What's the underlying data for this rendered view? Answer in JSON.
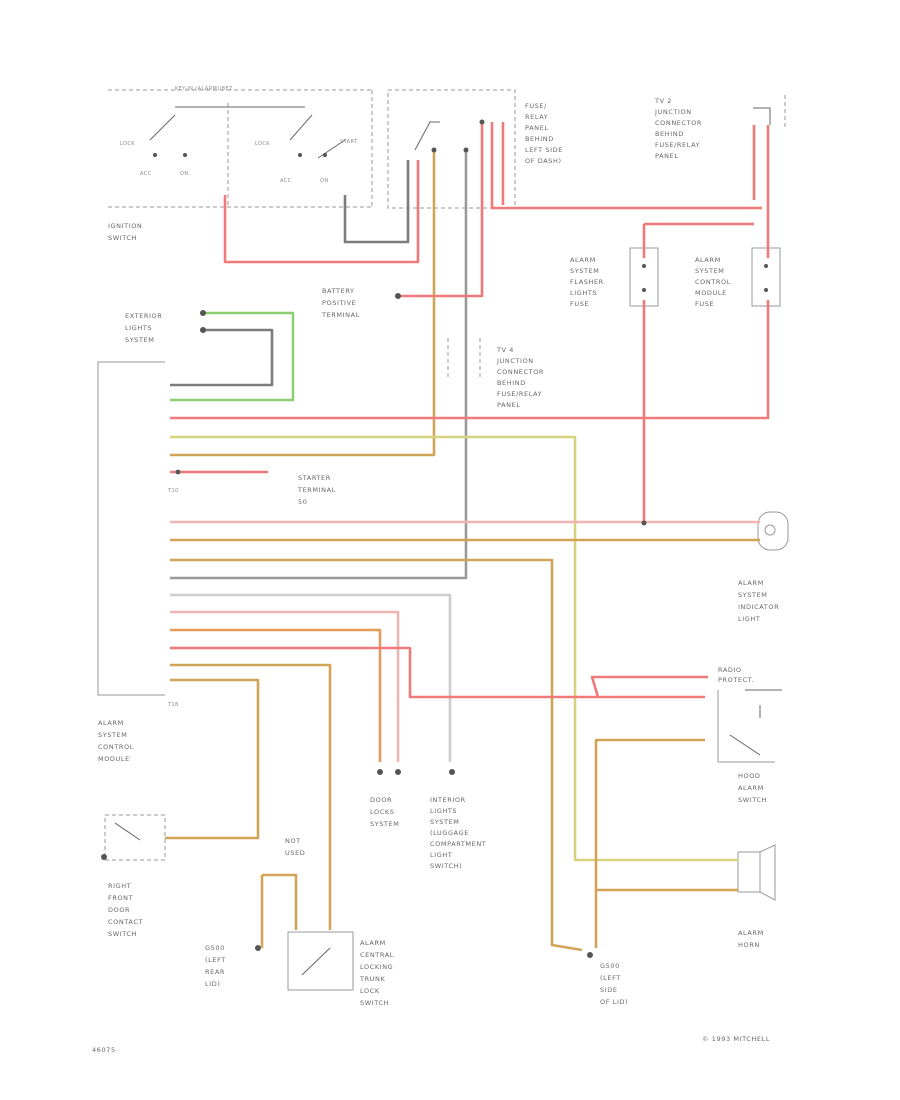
{
  "colors": {
    "red": "#f07a7a",
    "pink": "#f2b3b3",
    "green": "#8ccf70",
    "tan": "#d2a458",
    "yellow": "#d7d27e",
    "gray": "#9a9a9a",
    "darkgray": "#7c7c7c",
    "orange": "#e39a5a",
    "lightgray": "#cccccc"
  },
  "labels": {
    "ignition_switch": [
      "IGNITION",
      "SWITCH"
    ],
    "fuse_relay_panel": [
      "FUSE/",
      "RELAY",
      "PANEL",
      "BEHIND",
      "LEFT SIDE",
      "OF DASH)"
    ],
    "tv2": [
      "TV 2",
      "JUNCTION",
      "CONNECTOR",
      "BEHIND",
      "FUSE/RELAY",
      "PANEL"
    ],
    "battery": [
      "BATTERY",
      "POSITIVE",
      "TERMINAL"
    ],
    "exterior_lights": [
      "EXTERIOR",
      "LIGHTS",
      "SYSTEM"
    ],
    "tv4": [
      "TV 4",
      "JUNCTION",
      "CONNECTOR",
      "BEHIND",
      "FUSE/RELAY",
      "PANEL"
    ],
    "flasher_fuse": [
      "ALARM",
      "SYSTEM",
      "FLASHER",
      "LIGHTS",
      "FUSE"
    ],
    "control_fuse": [
      "ALARM",
      "SYSTEM",
      "CONTROL",
      "MODULE",
      "FUSE"
    ],
    "starter": [
      "STARTER",
      "TERMINAL",
      "50"
    ],
    "indicator": [
      "ALARM",
      "SYSTEM",
      "INDICATOR",
      "LIGHT"
    ],
    "radio": [
      "RADIO",
      "PROTECT."
    ],
    "hood": [
      "HOOD",
      "ALARM",
      "SWITCH"
    ],
    "control_module": [
      "ALARM",
      "SYSTEM",
      "CONTROL",
      "MODULE"
    ],
    "door_locks": [
      "DOOR",
      "LOCKS",
      "SYSTEM"
    ],
    "interior": [
      "INTERIOR",
      "LIGHTS",
      "SYSTEM",
      "(LUGGAGE",
      "COMPARTMENT",
      "LIGHT",
      "SWITCH)"
    ],
    "door_contact": [
      "RIGHT",
      "FRONT",
      "DOOR",
      "CONTACT",
      "SWITCH"
    ],
    "not_used": [
      "NOT",
      "USED"
    ],
    "ground_left_rear": [
      "G500",
      "(LEFT",
      "REAR",
      "LID)"
    ],
    "trunk_switch": [
      "ALARM",
      "CENTRAL",
      "LOCKING",
      "TRUNK",
      "LOCK",
      "SWITCH"
    ],
    "ground_left_side": [
      "G500",
      "(LEFT",
      "SIDE",
      "OF LID)"
    ],
    "horn": [
      "ALARM",
      "HORN"
    ],
    "fig_id": "46075",
    "copyright": "© 1993 MITCHELL",
    "key_in_label": "KEY-IN (ALARM)/BEZ",
    "t10": "T10",
    "t18": "T18"
  }
}
